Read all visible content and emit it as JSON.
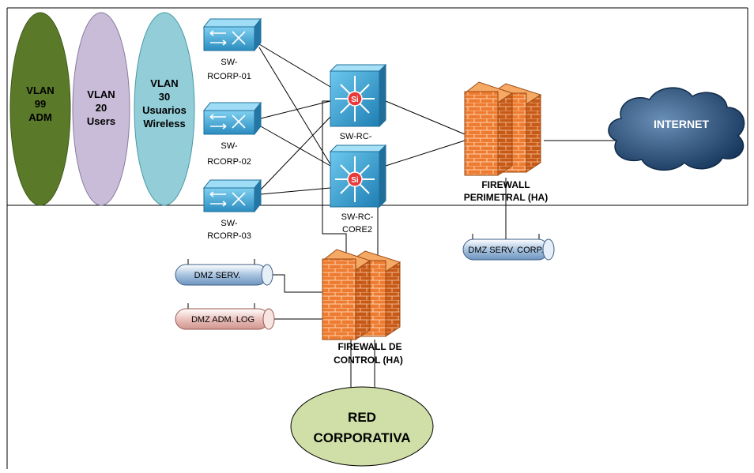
{
  "vlans": [
    {
      "lines": [
        "VLAN",
        "99",
        "ADM"
      ],
      "fill": "#5a7a2a",
      "text_color": "#000000"
    },
    {
      "lines": [
        "VLAN",
        "20",
        "Users"
      ],
      "fill": "#c9bcd8",
      "text_color": "#000000"
    },
    {
      "lines": [
        "VLAN",
        "30",
        "Usuarios",
        "Wireless"
      ],
      "fill": "#92cdd8",
      "text_color": "#000000"
    }
  ],
  "access_switches": [
    {
      "lines": [
        "SW-",
        "RCORP-01"
      ]
    },
    {
      "lines": [
        "SW-",
        "RCORP-02"
      ]
    },
    {
      "lines": [
        "SW-",
        "RCORP-03"
      ]
    }
  ],
  "core_switches": [
    {
      "lines": [
        "SW-RC-"
      ]
    },
    {
      "lines": [
        "SW-RC-",
        "CORE2"
      ]
    }
  ],
  "firewalls": {
    "perimetral": {
      "lines": [
        "FIREWALL",
        "PERIMETRAL (HA)"
      ]
    },
    "control": {
      "lines": [
        "FIREWALL DE",
        "CONTROL (HA)"
      ]
    }
  },
  "cloud": {
    "label": "INTERNET"
  },
  "segments": [
    {
      "label": "DMZ SERV. CORP.",
      "fill": "#8fb3d6"
    },
    {
      "label": "DMZ SERV.",
      "fill": "#8fb3d6"
    },
    {
      "label": "DMZ ADM. LOG",
      "fill": "#e3b1ac"
    }
  ],
  "corporate_network": {
    "lines": [
      "RED",
      "CORPORATIVA"
    ],
    "fill": "#cfdfa7"
  },
  "colors": {
    "switch": "#3aa0d0",
    "switch_dark": "#1f6f9a",
    "firewall": "#e87a2e",
    "firewall_dark": "#b55414",
    "cloud": "#1f4e79"
  }
}
